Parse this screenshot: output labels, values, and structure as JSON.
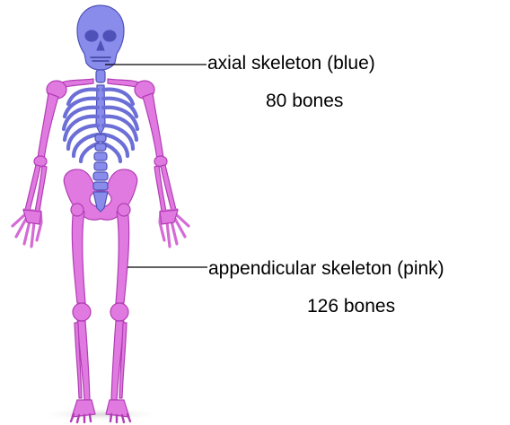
{
  "diagram": {
    "colors": {
      "axial": "#8A8CEB",
      "axial_dark": "#4E52B8",
      "appendicular": "#E07AE0",
      "appendicular_dark": "#B23DB5",
      "leader_line": "#000000",
      "text": "#000000"
    },
    "labels": {
      "axial": {
        "name": "axial skeleton (blue)",
        "count": "80 bones"
      },
      "appendicular": {
        "name": "appendicular skeleton (pink)",
        "count": "126 bones"
      }
    }
  }
}
